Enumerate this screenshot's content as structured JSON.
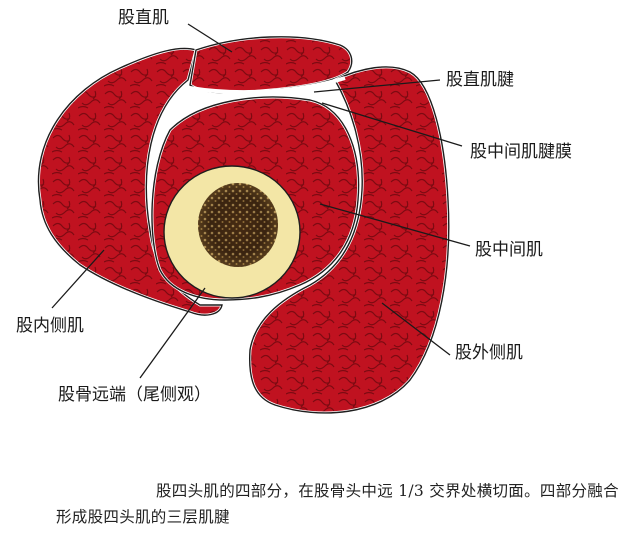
{
  "labels": {
    "rectus_femoris": "股直肌",
    "rectus_femoris_tendon": "股直肌腱",
    "vastus_intermedius_tendon_membrane": "股中间肌腱膜",
    "vastus_intermedius": "股中间肌",
    "vastus_medialis": "股内侧肌",
    "vastus_lateralis": "股外侧肌",
    "femur_distal": "股骨远端（尾侧观）"
  },
  "caption": "股四头肌的四部分，在股骨头中远 1/3 交界处横切面。四部分融合形成股四头肌的三层肌腱",
  "colors": {
    "muscle": "#c01220",
    "muscle_dark": "#7e0a12",
    "bone": "#f3e6a6",
    "marrow": "#3a2410",
    "outline": "#1e1e1e"
  }
}
